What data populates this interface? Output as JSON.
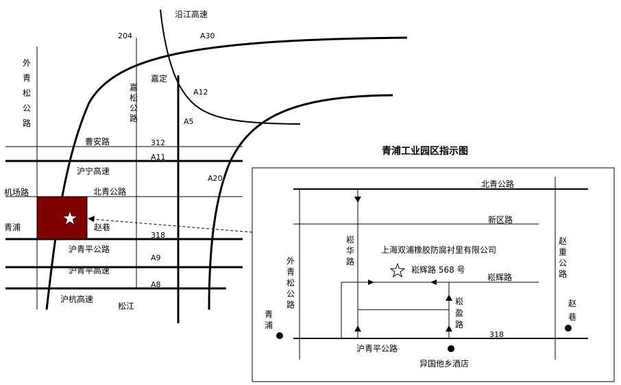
{
  "map": {
    "roads": {
      "yanjiang": "沿江高速",
      "caoan": "曹安路",
      "huning": "沪宁高速",
      "beiqing": "北青公路",
      "jichang": "机场路",
      "huqingping": "沪青平公路",
      "huqingping_gaosu": "沪青平高速",
      "huhang": "沪杭高速",
      "waiqingsong": "外青松公路",
      "jiasong": "嘉松公路"
    },
    "places": {
      "jiading": "嘉定",
      "qingpu": "青浦",
      "zhaoxiang": "赵巷",
      "songjiang": "松江"
    },
    "route_numbers": {
      "r204": "204",
      "a30": "A30",
      "a12": "A12",
      "a5": "A5",
      "r312": "312",
      "a11": "A11",
      "a20": "A20",
      "r318": "318",
      "a9": "A9",
      "a8": "A8"
    },
    "colors": {
      "park_fill": "#800000",
      "line": "#000000",
      "background": "#ffffff"
    }
  },
  "inset": {
    "title": "青浦工业园区指示图",
    "roads": {
      "beiqing": "北青公路",
      "xinqu": "新区路",
      "songhua": "崧华路",
      "songhui": "崧辉路",
      "songying": "崧盈路",
      "waiqingsong": "外青松公路",
      "zhaochong": "赵重公路",
      "huqingping": "沪青平公路",
      "r318": "318"
    },
    "company": "上海双浦橡胶防腐衬里有限公司",
    "address": "崧辉路 568 号",
    "places": {
      "qingpu": "青浦",
      "zhaoxiang": "赵巷",
      "hotel": "异国他乡酒店"
    }
  }
}
